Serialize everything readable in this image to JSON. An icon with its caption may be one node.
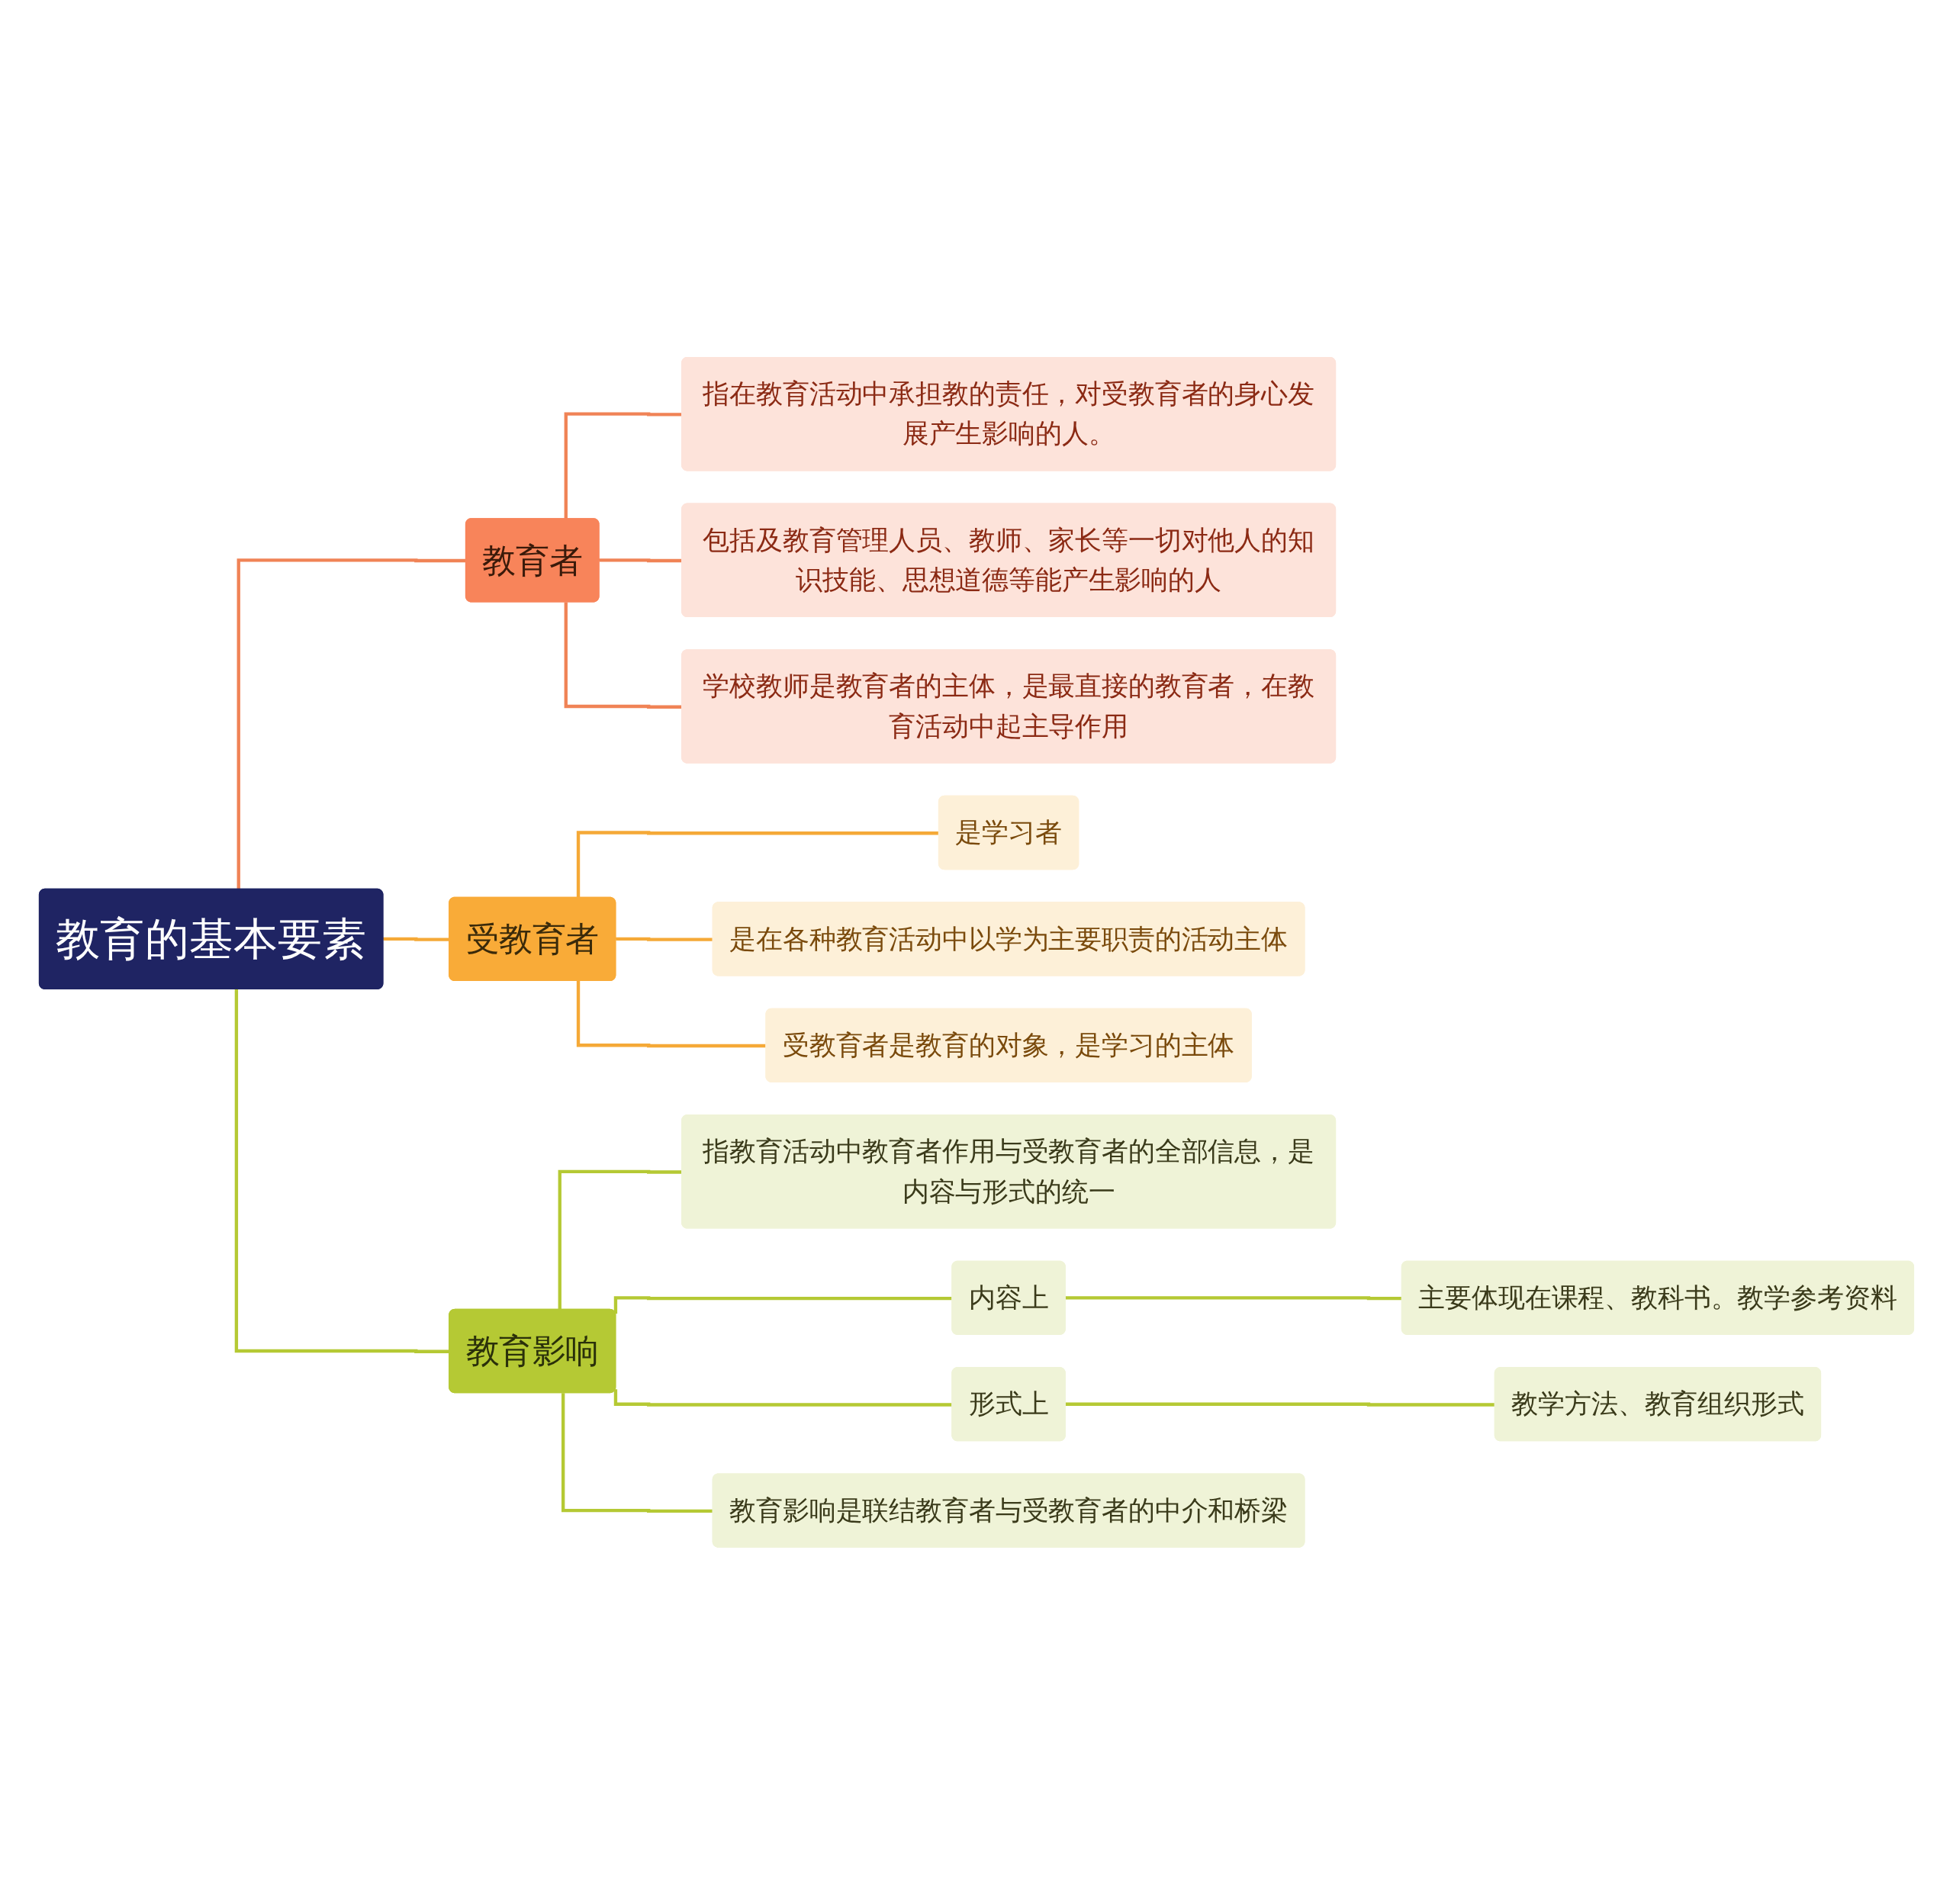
{
  "diagram": {
    "nodes": [
      {
        "text": [
          "教育的基本要素"
        ]
      },
      {
        "text": [
          "教育者"
        ]
      },
      {
        "text": [
          "指在教育活动中承担教的责任，对受教育者的身心发展产生影响的人。"
        ]
      },
      {
        "text": [
          "包括及教育管理人员、教师、家长等一切对他人的知识技能、思想道德等能产生影响的人"
        ]
      },
      {
        "text": [
          "学校教师是教育者的主体，是最直接的教育者，在教育活动中起主导作用"
        ]
      },
      {
        "text": [
          "受教育者"
        ]
      },
      {
        "text": [
          "是学习者"
        ]
      },
      {
        "text": [
          "是在各种教育活动中以学为主要职责的活动主体"
        ]
      },
      {
        "text": [
          "受教育者是教育的对象，是学习的主体"
        ]
      },
      {
        "text": [
          "教育影响"
        ]
      },
      {
        "text": [
          "指教育活动中教育者作用与受教育者的全部信息，是内容与形式的统一"
        ]
      },
      {
        "text": [
          "内容上"
        ]
      },
      {
        "text": [
          "主要体现在课程、教科书。教学参考资料"
        ]
      },
      {
        "text": [
          "形式上"
        ]
      },
      {
        "text": [
          "教学方法、教育组织形式"
        ]
      },
      {
        "text": [
          "教育影响是联结教育者与受教育者的中介和桥梁"
        ]
      }
    ],
    "edges": [
      {
        "from": 0,
        "to": 1,
        "arrow": "none",
        "color": "#f08356"
      },
      {
        "from": 1,
        "to": 2,
        "arrow": "none",
        "color": "#f08356"
      },
      {
        "from": 1,
        "to": 3,
        "arrow": "none",
        "color": "#f08356"
      },
      {
        "from": 1,
        "to": 4,
        "arrow": "none",
        "color": "#f08356"
      },
      {
        "from": 0,
        "to": 5,
        "arrow": "none",
        "color": "#f5a937"
      },
      {
        "from": 5,
        "to": 6,
        "arrow": "none",
        "color": "#f5a937"
      },
      {
        "from": 5,
        "to": 7,
        "arrow": "none",
        "color": "#f5a937"
      },
      {
        "from": 5,
        "to": 8,
        "arrow": "none",
        "color": "#f5a937"
      },
      {
        "from": 0,
        "to": 9,
        "arrow": "none"
      },
      {
        "from": 9,
        "to": 10,
        "arrow": "none"
      },
      {
        "from": 9,
        "to": 11,
        "arrow": "none"
      },
      {
        "from": 11,
        "to": 12,
        "arrow": "none"
      },
      {
        "from": 9,
        "to": 13,
        "arrow": "none"
      },
      {
        "from": 13,
        "to": 14,
        "arrow": "none"
      },
      {
        "from": 9,
        "to": 15,
        "arrow": "none"
      }
    ]
  }
}
